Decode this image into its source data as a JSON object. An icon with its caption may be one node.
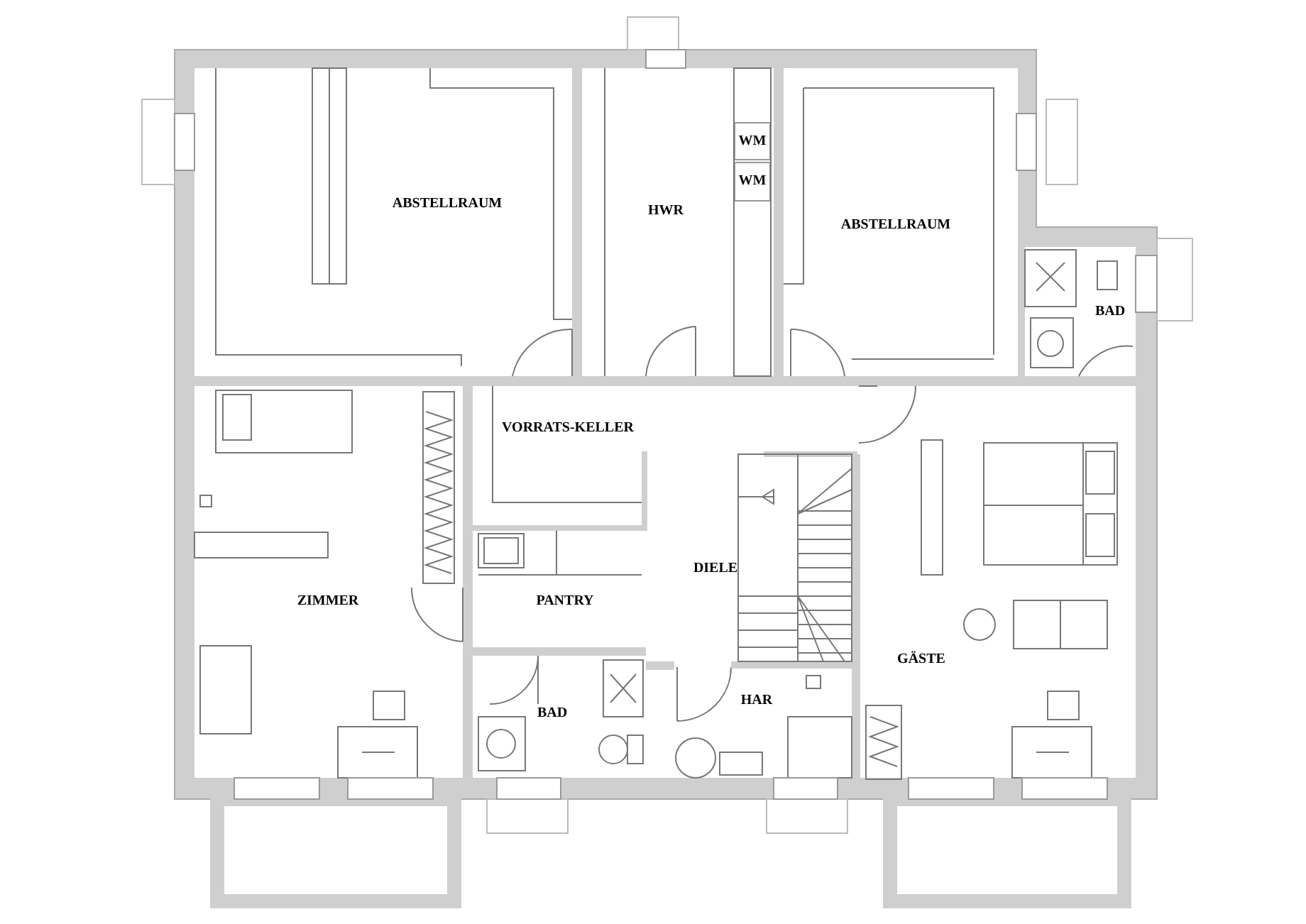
{
  "diagram": {
    "nodes": [
      {
        "text": [
          "ABSTELLRAUM"
        ]
      },
      {
        "text": [
          "HWR"
        ]
      },
      {
        "text": [
          "WM"
        ],
        "in": 1
      },
      {
        "text": [
          "WM"
        ],
        "in": 1
      },
      {
        "text": [
          "ABSTELLRAUM"
        ]
      },
      {
        "text": [
          "BAD"
        ]
      },
      {
        "text": [
          "VORRATS-KELLER"
        ]
      },
      {
        "text": [
          "ZIMMER"
        ]
      },
      {
        "text": [
          "PANTRY"
        ]
      },
      {
        "text": [
          "DIELE"
        ]
      },
      {
        "text": [
          "BAD"
        ]
      },
      {
        "text": [
          "HAR"
        ]
      },
      {
        "text": [
          "GÄSTE"
        ]
      }
    ],
    "edges": []
  }
}
